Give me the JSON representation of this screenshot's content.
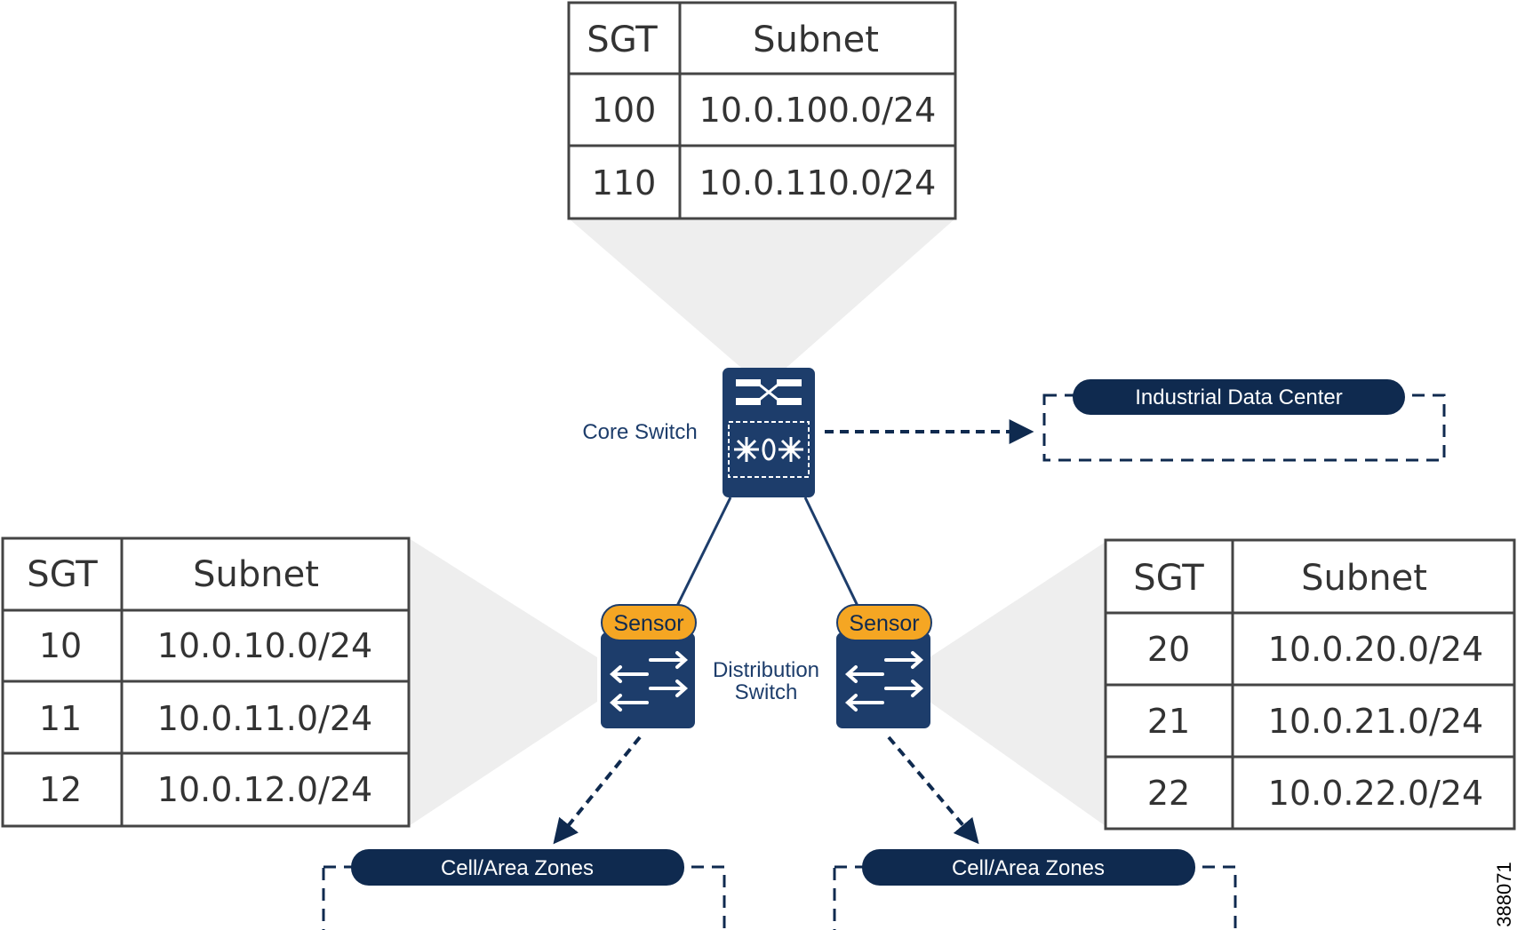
{
  "tables": {
    "top": {
      "headers": [
        "SGT",
        "Subnet"
      ],
      "rows": [
        [
          "100",
          "10.0.100.0/24"
        ],
        [
          "110",
          "10.0.110.0/24"
        ]
      ]
    },
    "left": {
      "headers": [
        "SGT",
        "Subnet"
      ],
      "rows": [
        [
          "10",
          "10.0.10.0/24"
        ],
        [
          "11",
          "10.0.11.0/24"
        ],
        [
          "12",
          "10.0.12.0/24"
        ]
      ]
    },
    "right": {
      "headers": [
        "SGT",
        "Subnet"
      ],
      "rows": [
        [
          "20",
          "10.0.20.0/24"
        ],
        [
          "21",
          "10.0.21.0/24"
        ],
        [
          "22",
          "10.0.22.0/24"
        ]
      ]
    }
  },
  "nodes": {
    "core_switch_label": "Core Switch",
    "distribution_label_line1": "Distribution",
    "distribution_label_line2": "Switch",
    "sensor_left": "Sensor",
    "sensor_right": "Sensor"
  },
  "zones": {
    "data_center": "Industrial Data Center",
    "cell_left": "Cell/Area Zones",
    "cell_right": "Cell/Area Zones"
  },
  "figure_id": "388071",
  "colors": {
    "navy": "#1d3d6b",
    "pill": "#0f2a4f",
    "sensor": "#f5a623",
    "table_border": "#444444",
    "shadow": "#eeeeee"
  },
  "icons": {
    "core": "core-switch-icon",
    "distribution": "distribution-switch-icon"
  }
}
